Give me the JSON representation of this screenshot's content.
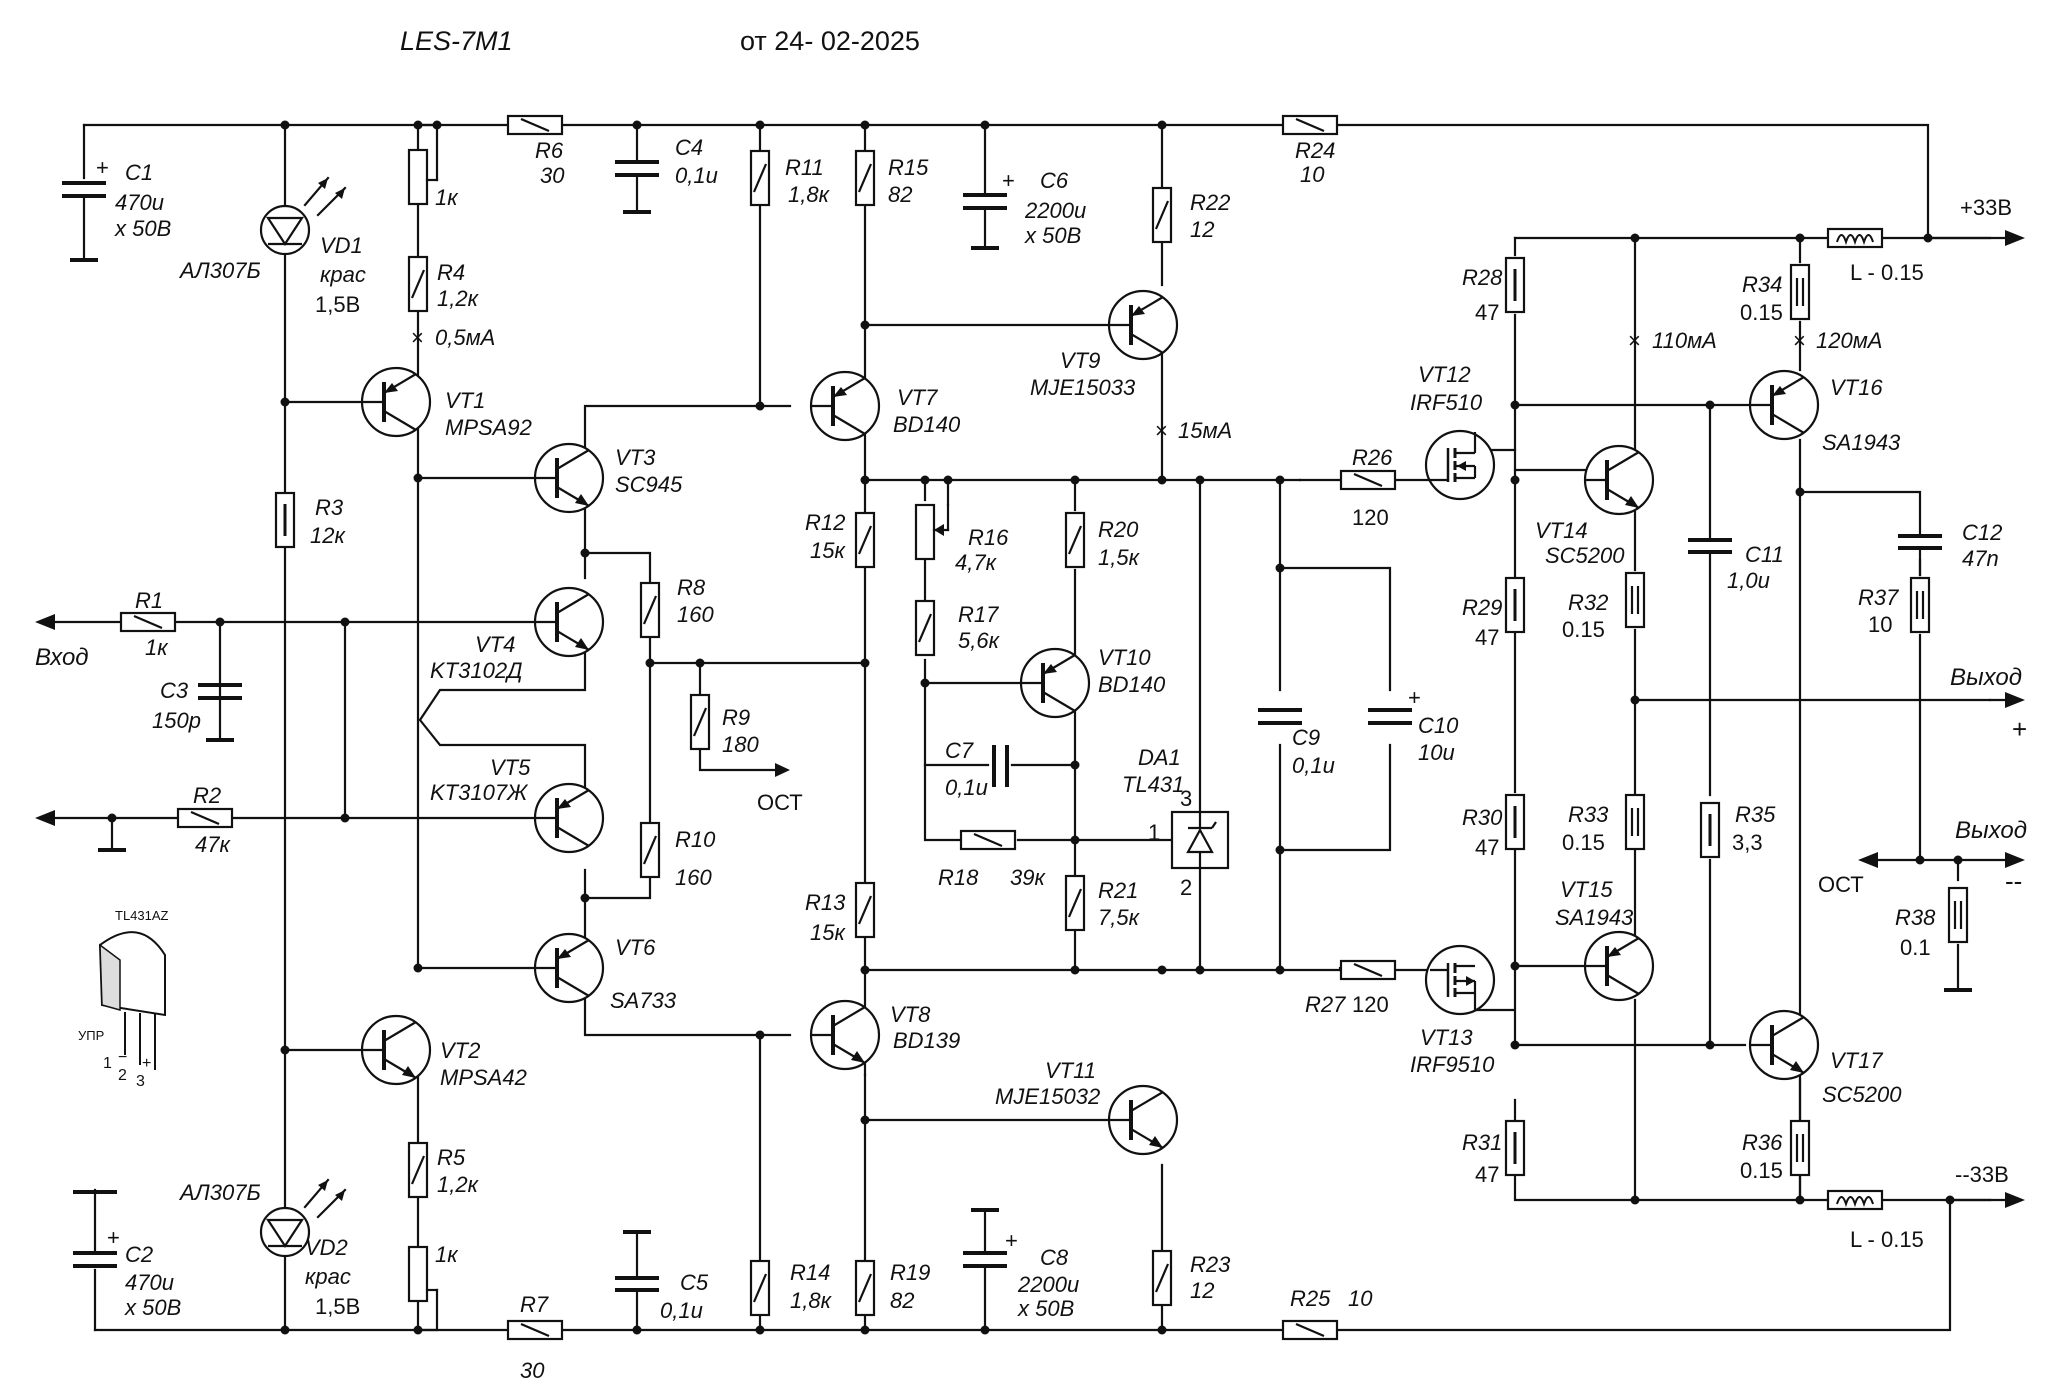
{
  "title": {
    "model": "LES-7M1",
    "date": "от 24- 02-2025"
  },
  "rails": {
    "pos": "+33В",
    "neg": "--33В"
  },
  "io": {
    "input": "Вход",
    "out_plus": "Выход",
    "plus_sign": "+",
    "out_minus": "Выход",
    "minus_sign": "--",
    "ost": "ОСТ",
    "ost2": "ОСТ"
  },
  "inductors": {
    "l1": "L - 0.15",
    "l2": "L - 0.15"
  },
  "parts": {
    "C1": [
      "C1",
      "470u",
      "x 50B"
    ],
    "C2": [
      "C2",
      "470u",
      "x 50B"
    ],
    "VD1": [
      "АЛ307Б",
      "VD1",
      "крас",
      "1,5В"
    ],
    "VD2": [
      "АЛ307Б",
      "VD2",
      "крас",
      "1,5В"
    ],
    "RP1": "1к",
    "RP2": "1к",
    "R4": [
      "R4",
      "1,2к"
    ],
    "R5": [
      "R5",
      "1,2к"
    ],
    "cur1": "0,5мА",
    "R6": [
      "R6",
      "30"
    ],
    "R7": [
      "R7",
      "30"
    ],
    "C4": [
      "C4",
      "0,1u"
    ],
    "C5": [
      "C5",
      "0,1u"
    ],
    "R3": [
      "R3",
      "12к"
    ],
    "R1": [
      "R1",
      "1к"
    ],
    "R2": [
      "R2",
      "47к"
    ],
    "C3": [
      "C3",
      "150p"
    ],
    "VT1": [
      "VT1",
      "MPSA92"
    ],
    "VT2": [
      "VT2",
      "MPSA42"
    ],
    "VT3": [
      "VT3",
      "SC945"
    ],
    "VT4": [
      "VT4",
      "KT3102Д"
    ],
    "VT5": [
      "VT5",
      "KT3107Ж"
    ],
    "VT6": [
      "VT6",
      "SA733"
    ],
    "R8": [
      "R8",
      "160"
    ],
    "R9": [
      "R9",
      "180"
    ],
    "ost9": "ОСТ",
    "R10": [
      "R10",
      "160"
    ],
    "R11": [
      "R11",
      "1,8к"
    ],
    "R14": [
      "R14",
      "1,8к"
    ],
    "R15": [
      "R15",
      "82"
    ],
    "R19": [
      "R19",
      "82"
    ],
    "VT7": [
      "VT7",
      "BD140"
    ],
    "VT8": [
      "VT8",
      "BD139"
    ],
    "R12": [
      "R12",
      "15к"
    ],
    "R13": [
      "R13",
      "15к"
    ],
    "C6": [
      "C6",
      "2200u",
      "x 50B"
    ],
    "C8": [
      "C8",
      "2200u",
      "x 50B"
    ],
    "R22": [
      "R22",
      "12"
    ],
    "R23": [
      "R23",
      "12"
    ],
    "VT9": [
      "VT9",
      "MJE15033"
    ],
    "VT11": [
      "VT11",
      "MJE15032"
    ],
    "cur2": "15мА",
    "R16": [
      "R16",
      "4,7к"
    ],
    "R17": [
      "R17",
      "5,6к"
    ],
    "R20": [
      "R20",
      "1,5к"
    ],
    "R21": [
      "R21",
      "7,5к"
    ],
    "VT10": [
      "VT10",
      "BD140"
    ],
    "C7": [
      "C7",
      "0,1u"
    ],
    "R18": [
      "R18",
      "39к"
    ],
    "DA1": [
      "DA1",
      "TL431"
    ],
    "pin1": "1",
    "pin2": "2",
    "pin3": "3",
    "C9": [
      "C9",
      "0,1u"
    ],
    "C10": [
      "C10",
      "10u"
    ],
    "R24": [
      "R24",
      "10"
    ],
    "R25": [
      "R25",
      "10"
    ],
    "R26": [
      "R26",
      "120"
    ],
    "R27": [
      "R27",
      "120"
    ],
    "VT12": [
      "VT12",
      "IRF510"
    ],
    "VT13": [
      "VT13",
      "IRF9510"
    ],
    "R28": [
      "R28",
      "47"
    ],
    "R29": [
      "R29",
      "47"
    ],
    "R30": [
      "R30",
      "47"
    ],
    "R31": [
      "R31",
      "47"
    ],
    "VT14": [
      "VT14",
      "SC5200"
    ],
    "VT15": [
      "VT15",
      "SA1943"
    ],
    "VT16": [
      "VT16",
      "SA1943"
    ],
    "VT17": [
      "VT17",
      "SC5200"
    ],
    "cur3": "110мА",
    "cur4": "120мА",
    "R32": [
      "R32",
      "0.15"
    ],
    "R33": [
      "R33",
      "0.15"
    ],
    "R34": [
      "R34",
      "0.15"
    ],
    "R36": [
      "R36",
      "0.15"
    ],
    "C11": [
      "C11",
      "1,0u"
    ],
    "R35": [
      "R35",
      "3,3"
    ],
    "C12": [
      "C12",
      "47n"
    ],
    "R37": [
      "R37",
      "10"
    ],
    "R38": [
      "R38",
      "0.1"
    ]
  },
  "package": {
    "name": "TL431AZ",
    "pin_label": "УПР",
    "p1": "1",
    "p2": "2",
    "p3": "3",
    "minus": "−",
    "plus": "+"
  }
}
